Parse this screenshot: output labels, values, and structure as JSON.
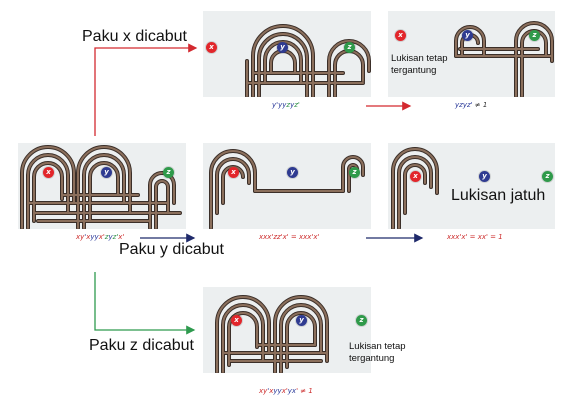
{
  "labels": {
    "remove_x": "Paku x dicabut",
    "remove_y": "Paku y dicabut",
    "remove_z": "Paku z dicabut",
    "still_hanging_1": [
      "Lukisan tetap",
      "tergantung"
    ],
    "still_hanging_2": [
      "Lukisan tetap",
      "tergantung"
    ],
    "falls": "Lukisan jatuh"
  },
  "nails": {
    "x": "x",
    "y": "y",
    "z": "z"
  },
  "equations": {
    "original": [
      {
        "t": "xy",
        "c": "red"
      },
      {
        "t": "'",
        "c": "blue"
      },
      {
        "t": "x",
        "c": "red"
      },
      {
        "t": "yy",
        "c": "blue"
      },
      {
        "t": "x",
        "c": "red"
      },
      {
        "t": "'",
        "c": "red"
      },
      {
        "t": "z",
        "c": "green"
      },
      {
        "t": "y",
        "c": "blue"
      },
      {
        "t": "z",
        "c": "green"
      },
      {
        "t": "'",
        "c": "green"
      },
      {
        "t": "x",
        "c": "red"
      },
      {
        "t": "'",
        "c": "red"
      }
    ],
    "x_removed": [
      {
        "t": "y",
        "c": "blue"
      },
      {
        "t": "'",
        "c": "blue"
      },
      {
        "t": "yy",
        "c": "blue"
      },
      {
        "t": "z",
        "c": "green"
      },
      {
        "t": "y",
        "c": "blue"
      },
      {
        "t": "z",
        "c": "green"
      },
      {
        "t": "'",
        "c": "green"
      }
    ],
    "x_result": [
      {
        "t": "yzyz'",
        "c": "blue"
      },
      {
        "t": " ≠ 1",
        "c": "dark"
      }
    ],
    "y_removed": [
      {
        "t": "xxx'zz'x' = xxx'x'",
        "c": "red"
      }
    ],
    "y_result": [
      {
        "t": "xxx'x' = xx' = 1",
        "c": "red"
      }
    ],
    "z_removed": [
      {
        "t": "xy",
        "c": "red"
      },
      {
        "t": "'",
        "c": "blue"
      },
      {
        "t": "x",
        "c": "red"
      },
      {
        "t": "yy",
        "c": "blue"
      },
      {
        "t": "x",
        "c": "red"
      },
      {
        "t": "'",
        "c": "red"
      },
      {
        "t": "yx",
        "c": "blue"
      },
      {
        "t": "' ≠ 1",
        "c": "red"
      }
    ]
  },
  "colors": {
    "panel_bg": "#eceff0",
    "rope": "#8b6f5c",
    "rope_edge": "#3b2f29",
    "nail_x": "#e2262b",
    "nail_y": "#2f3b91",
    "nail_z": "#2f9a4a",
    "arrow_red": "#d3292f",
    "arrow_navy": "#1f2a6b",
    "arrow_green": "#2e9a4e",
    "text_red": "#cc2a2a",
    "text_blue": "#2a3a9a",
    "text_green": "#2d8f47",
    "text_dark": "#333333"
  }
}
